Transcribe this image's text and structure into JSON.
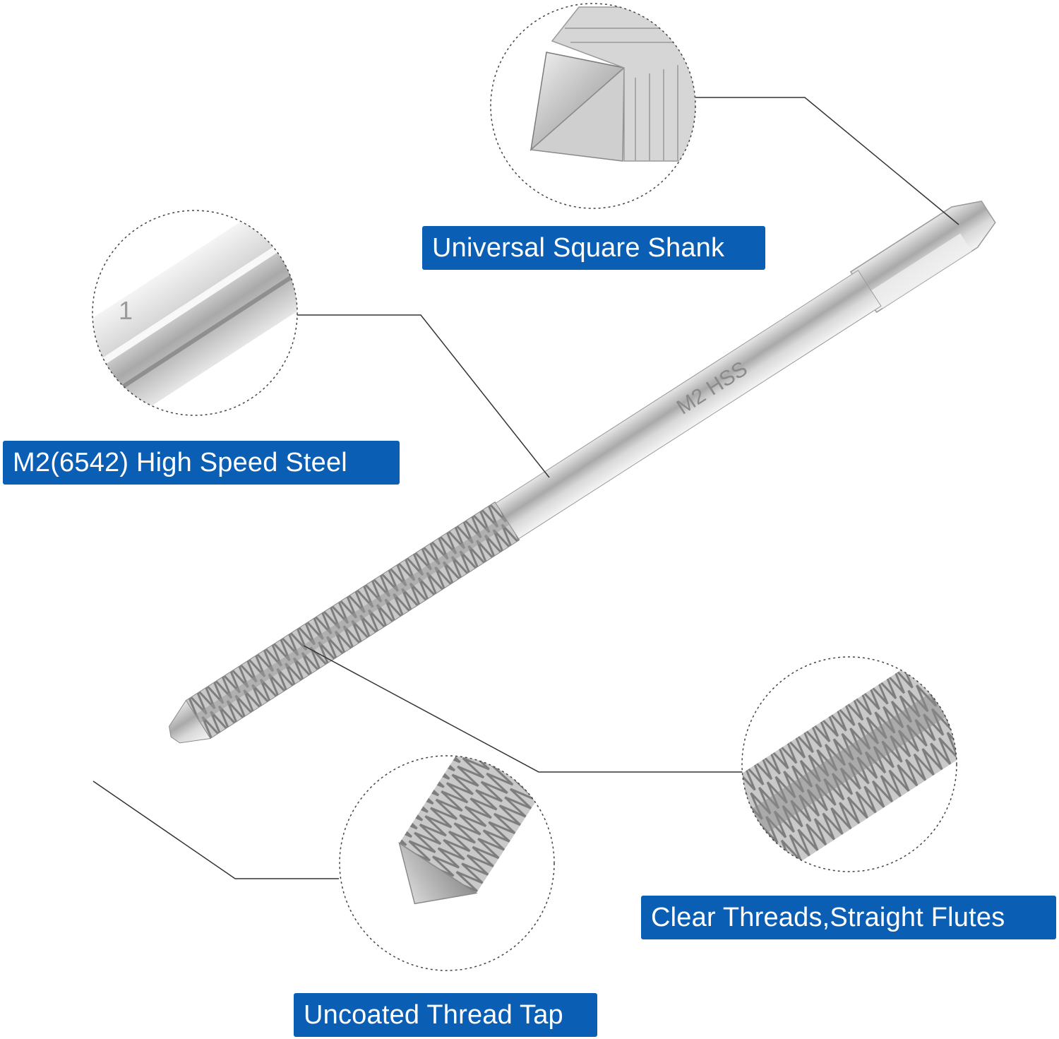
{
  "labels": {
    "shank": "Universal Square Shank",
    "steel": "M2(6542) High Speed Steel",
    "flutes": "Clear Threads,Straight Flutes",
    "tap": "Uncoated Thread Tap"
  },
  "markings": {
    "shank_text": "M2 HSS",
    "numeral": "1"
  },
  "colors": {
    "label_bg": "#0a5fb4",
    "label_text": "#ffffff",
    "leader_line": "#333333",
    "circle_border": "#444444"
  }
}
